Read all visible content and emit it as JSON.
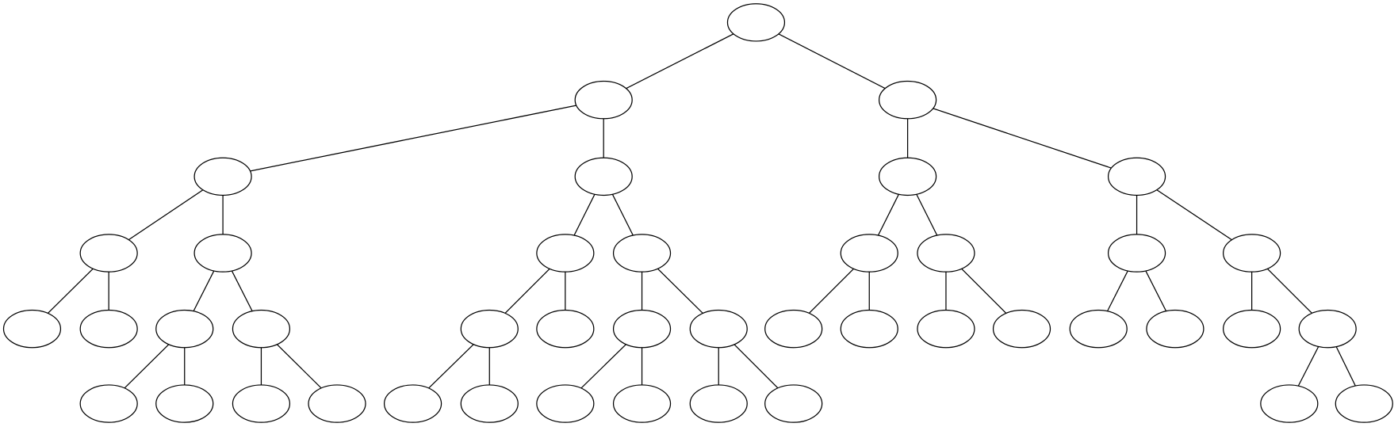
{
  "diagram": {
    "type": "tree",
    "node_labels_visible": false,
    "stroke_color": "#000000",
    "fill_color": "#ffffff",
    "nodes": [
      {
        "id": "n0",
        "parent": null
      },
      {
        "id": "n1",
        "parent": "n0"
      },
      {
        "id": "n2",
        "parent": "n0"
      },
      {
        "id": "n3",
        "parent": "n1"
      },
      {
        "id": "n4",
        "parent": "n1"
      },
      {
        "id": "n5",
        "parent": "n2"
      },
      {
        "id": "n6",
        "parent": "n2"
      },
      {
        "id": "n7",
        "parent": "n3"
      },
      {
        "id": "n8",
        "parent": "n3"
      },
      {
        "id": "n9",
        "parent": "n4"
      },
      {
        "id": "n10",
        "parent": "n4"
      },
      {
        "id": "n11",
        "parent": "n5"
      },
      {
        "id": "n12",
        "parent": "n5"
      },
      {
        "id": "n13",
        "parent": "n6"
      },
      {
        "id": "n14",
        "parent": "n6"
      },
      {
        "id": "n15",
        "parent": "n7"
      },
      {
        "id": "n16",
        "parent": "n7"
      },
      {
        "id": "n17",
        "parent": "n8"
      },
      {
        "id": "n18",
        "parent": "n8"
      },
      {
        "id": "n19",
        "parent": "n9"
      },
      {
        "id": "n20",
        "parent": "n9"
      },
      {
        "id": "n21",
        "parent": "n10"
      },
      {
        "id": "n22",
        "parent": "n10"
      },
      {
        "id": "n23",
        "parent": "n11"
      },
      {
        "id": "n24",
        "parent": "n11"
      },
      {
        "id": "n25",
        "parent": "n12"
      },
      {
        "id": "n26",
        "parent": "n12"
      },
      {
        "id": "n27",
        "parent": "n13"
      },
      {
        "id": "n28",
        "parent": "n13"
      },
      {
        "id": "n29",
        "parent": "n14"
      },
      {
        "id": "n30",
        "parent": "n14"
      },
      {
        "id": "n31",
        "parent": "n17"
      },
      {
        "id": "n32",
        "parent": "n17"
      },
      {
        "id": "n33",
        "parent": "n18"
      },
      {
        "id": "n34",
        "parent": "n18"
      },
      {
        "id": "n35",
        "parent": "n19"
      },
      {
        "id": "n36",
        "parent": "n19"
      },
      {
        "id": "n37",
        "parent": "n21"
      },
      {
        "id": "n38",
        "parent": "n21"
      },
      {
        "id": "n39",
        "parent": "n22"
      },
      {
        "id": "n40",
        "parent": "n22"
      },
      {
        "id": "n41",
        "parent": "n30"
      },
      {
        "id": "n42",
        "parent": "n30"
      }
    ]
  }
}
